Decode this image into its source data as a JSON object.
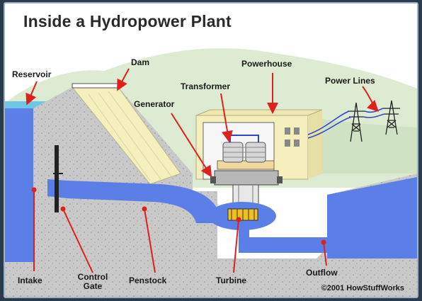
{
  "title": "Inside a Hydropower Plant",
  "labels": {
    "reservoir": "Reservoir",
    "dam": "Dam",
    "powerhouse": "Powerhouse",
    "transformer": "Transformer",
    "generator": "Generator",
    "power_lines": "Power Lines",
    "intake": "Intake",
    "control_gate_line1": "Control",
    "control_gate_line2": "Gate",
    "penstock": "Penstock",
    "turbine": "Turbine",
    "outflow": "Outflow"
  },
  "credit": "©2001 HowStuffWorks",
  "colors": {
    "water": "#5b7fe6",
    "reservoir_surface": "#6ec6e8",
    "concrete": "#c8c8c8",
    "hill": "#dcebd2",
    "powerhouse": "#f4efbd",
    "arrow": "#e0201a",
    "power_line": "#3045c8"
  }
}
